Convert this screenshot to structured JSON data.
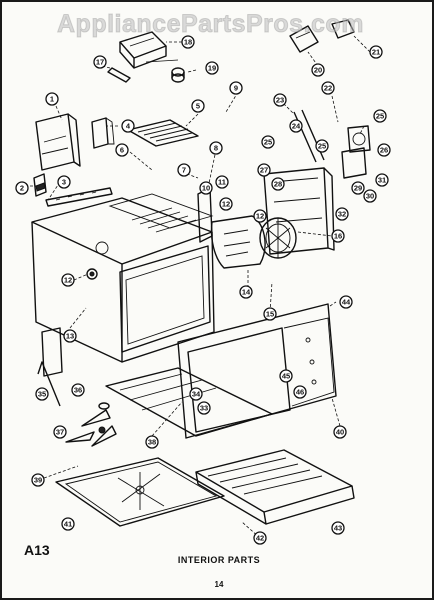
{
  "watermark": "AppliancePartsPros.com",
  "figure_code": "A13",
  "caption": "INTERIOR PARTS",
  "page_number": "14",
  "callouts": [
    "1",
    "2",
    "3",
    "4",
    "5",
    "6",
    "7",
    "8",
    "9",
    "10",
    "11",
    "12",
    "12",
    "12",
    "13",
    "14",
    "15",
    "16",
    "17",
    "18",
    "19",
    "20",
    "21",
    "22",
    "23",
    "24",
    "25",
    "25",
    "25",
    "26",
    "27",
    "28",
    "29",
    "30",
    "31",
    "32",
    "33",
    "34",
    "35",
    "36",
    "37",
    "38",
    "39",
    "40",
    "41",
    "42",
    "43",
    "44",
    "45",
    "46"
  ]
}
